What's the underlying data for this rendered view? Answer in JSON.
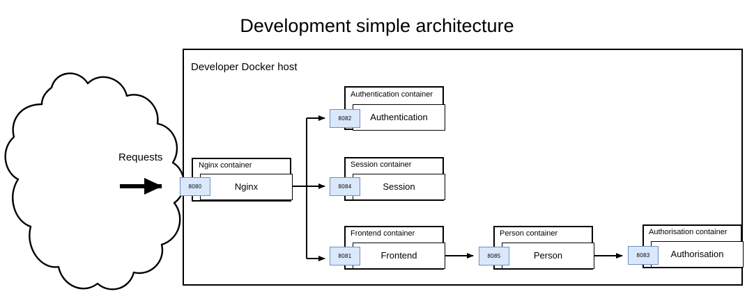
{
  "diagram": {
    "title": "Development simple architecture",
    "host_label": "Developer Docker host",
    "external_source": {
      "icon": "cloud-shape",
      "flow_label": "Requests"
    },
    "containers": [
      {
        "key": "nginx",
        "container_label": "Nginx container",
        "service_label": "Nginx",
        "port": "8080"
      },
      {
        "key": "authentication",
        "container_label": "Authentication container",
        "service_label": "Authentication",
        "port": "8082"
      },
      {
        "key": "session",
        "container_label": "Session container",
        "service_label": "Session",
        "port": "8084"
      },
      {
        "key": "frontend",
        "container_label": "Frontend container",
        "service_label": "Frontend",
        "port": "8081"
      },
      {
        "key": "person",
        "container_label": "Person container",
        "service_label": "Person",
        "port": "8085"
      },
      {
        "key": "authorisation",
        "container_label": "Authorisation container",
        "service_label": "Authorisation",
        "port": "8083"
      }
    ],
    "colors": {
      "port_fill": "#dae8fc",
      "port_stroke": "#6c8ebf",
      "line": "#000000",
      "background": "#ffffff"
    }
  }
}
